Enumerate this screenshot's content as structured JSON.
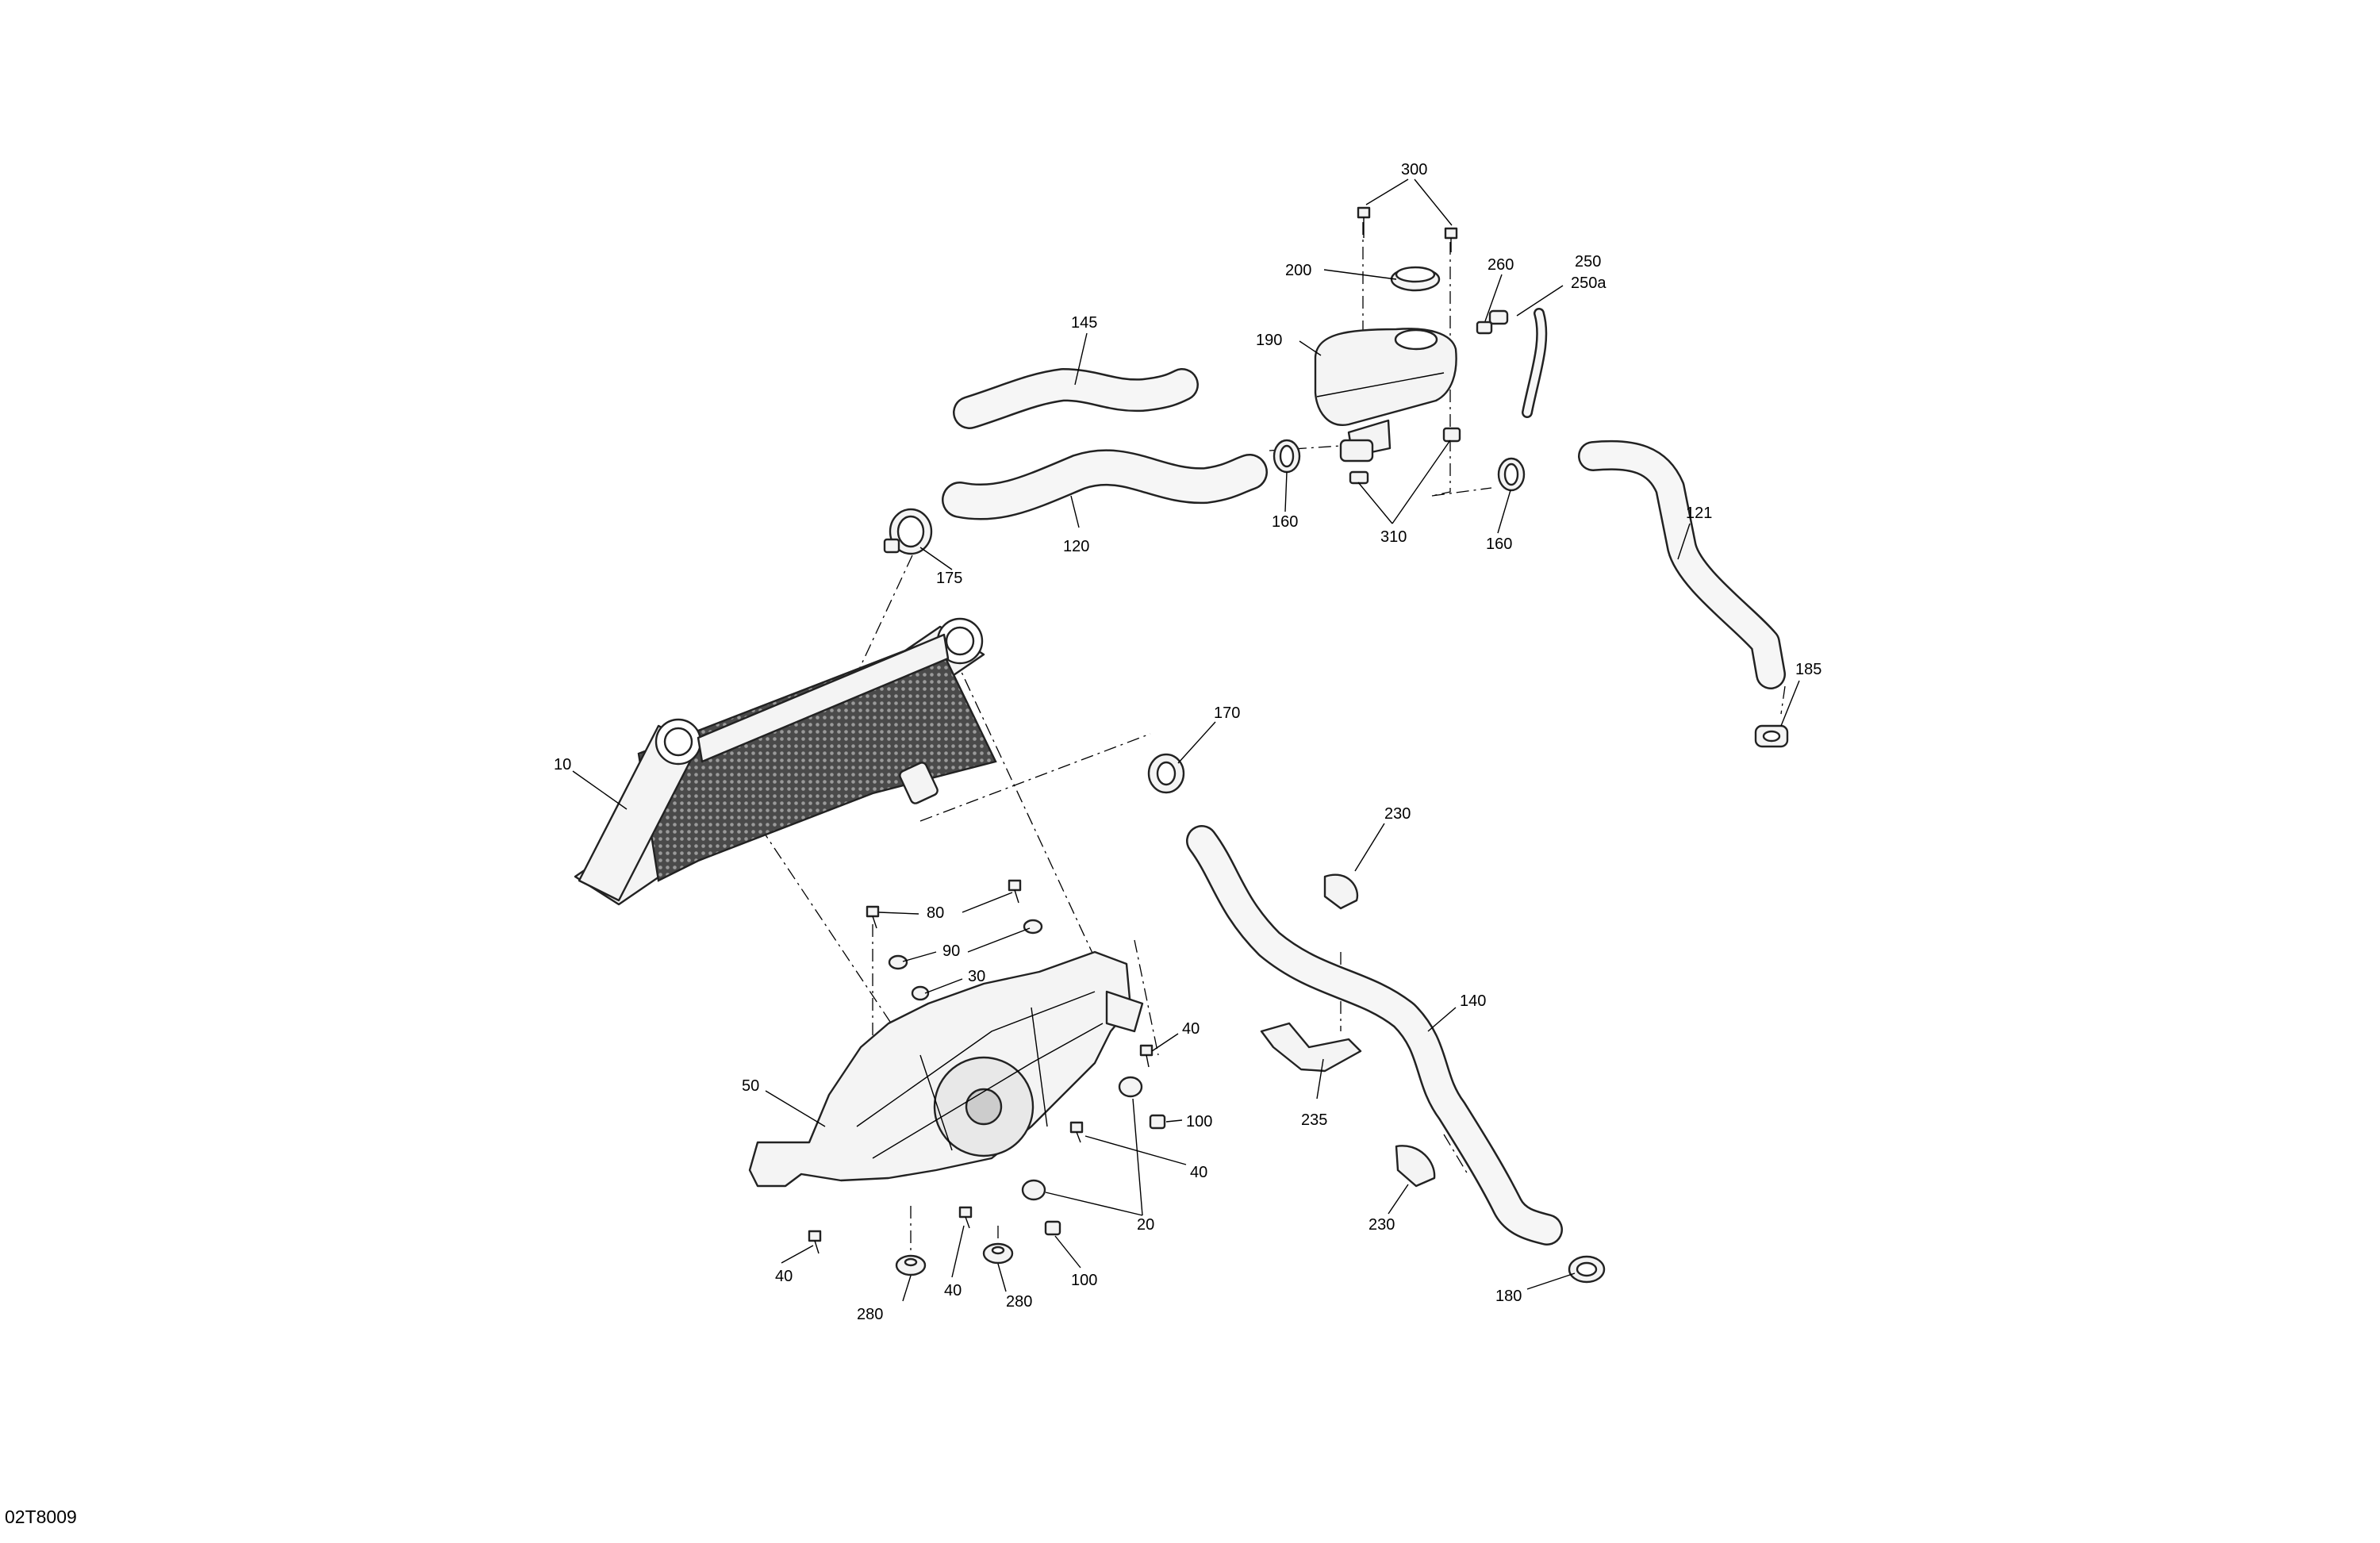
{
  "diagram_code": "02T8009",
  "labels": {
    "l300": "300",
    "l200": "200",
    "l260": "260",
    "l250": "250",
    "l250a": "250a",
    "l145": "145",
    "l190": "190",
    "l120": "120",
    "l160a": "160",
    "l310": "310",
    "l160b": "160",
    "l121": "121",
    "l175": "175",
    "l185": "185",
    "l10": "10",
    "l170": "170",
    "l230a": "230",
    "l80": "80",
    "l90": "90",
    "l30": "30",
    "l140": "140",
    "l40a": "40",
    "l50": "50",
    "l100a": "100",
    "l235": "235",
    "l40b": "40",
    "l20": "20",
    "l230b": "230",
    "l40c": "40",
    "l280a": "280",
    "l40d": "40",
    "l280b": "280",
    "l100b": "100",
    "l180": "180"
  }
}
